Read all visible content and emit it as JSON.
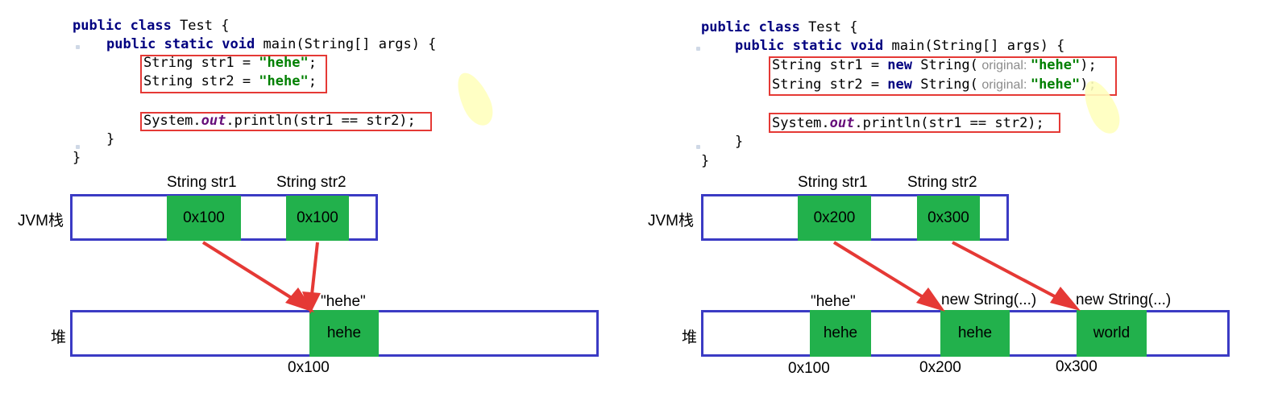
{
  "left": {
    "code": {
      "l1_kw": "public class",
      "l1_rest": " Test {",
      "l2_kw": "public static void",
      "l2_rest": " main(String[] args) {",
      "l3_pre": "String str1 = ",
      "l3_str": "\"hehe\"",
      "l3_post": ";",
      "l4_pre": "String str2 = ",
      "l4_str": "\"hehe\"",
      "l4_post": ";",
      "l5_pre": "System.",
      "l5_fld": "out",
      "l5_post": ".println(str1 == str2);",
      "l6": "}",
      "l7": "}"
    },
    "stack_label": "JVM栈",
    "heap_label": "堆",
    "var1_name": "String str1",
    "var2_name": "String str2",
    "var1_value": "0x100",
    "var2_value": "0x100",
    "heap_obj_label": "\"hehe\"",
    "heap_obj_value": "hehe",
    "heap_obj_addr": "0x100"
  },
  "right": {
    "code": {
      "l1_kw": "public class",
      "l1_rest": " Test {",
      "l2_kw": "public static void",
      "l2_rest": " main(String[] args) {",
      "l3_pre": "String str1 = ",
      "l3_new": "new",
      "l3_mid": " String(",
      "l3_hint": " original: ",
      "l3_str": "\"hehe\"",
      "l3_post": ");",
      "l4_pre": "String str2 = ",
      "l4_new": "new",
      "l4_mid": " String(",
      "l4_hint": " original: ",
      "l4_str": "\"hehe\"",
      "l4_post": ");",
      "l5_pre": "System.",
      "l5_fld": "out",
      "l5_post": ".println(str1 == str2);",
      "l6": "}",
      "l7": "}"
    },
    "stack_label": "JVM栈",
    "heap_label": "堆",
    "var1_name": "String str1",
    "var2_name": "String str2",
    "var1_value": "0x200",
    "var2_value": "0x300",
    "heap_obj1_label": "\"hehe\"",
    "heap_obj1_value": "hehe",
    "heap_obj1_addr": "0x100",
    "heap_obj2_label": "new String(...)",
    "heap_obj2_value": "hehe",
    "heap_obj2_addr": "0x200",
    "heap_obj3_label": "new String(...)",
    "heap_obj3_value": "world",
    "heap_obj3_addr": "0x300"
  },
  "colors": {
    "cell_green": "#22b14c",
    "box_blue": "#3b3bc4",
    "highlight_red": "#e53935",
    "keyword": "#000080",
    "string_literal": "#008000"
  }
}
